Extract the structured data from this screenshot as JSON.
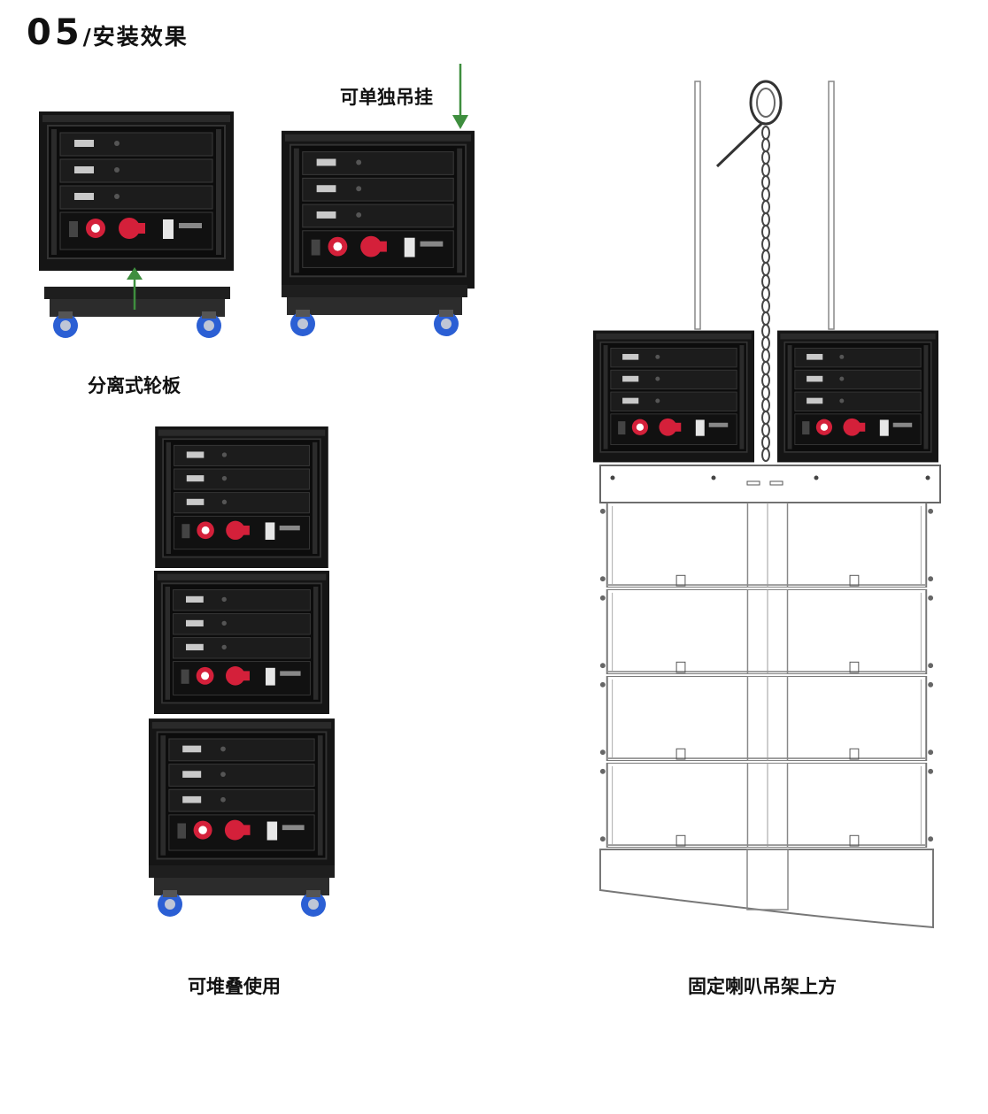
{
  "section": {
    "number": "05",
    "title": "/安装效果"
  },
  "captions": {
    "hang_single": "可单独吊挂",
    "split_wheel_board": "分离式轮板",
    "stackable": "可堆叠使用",
    "fixed_above_speaker": "固定喇叭吊架上方"
  },
  "colors": {
    "arrow": "#3e8e3e",
    "case": "#1b1b1b",
    "red_connector": "#d4203a",
    "caster": "#2b5fd4"
  },
  "icons": [
    "arrow-up-icon",
    "arrow-down-icon",
    "chain-icon",
    "shackle-icon"
  ]
}
